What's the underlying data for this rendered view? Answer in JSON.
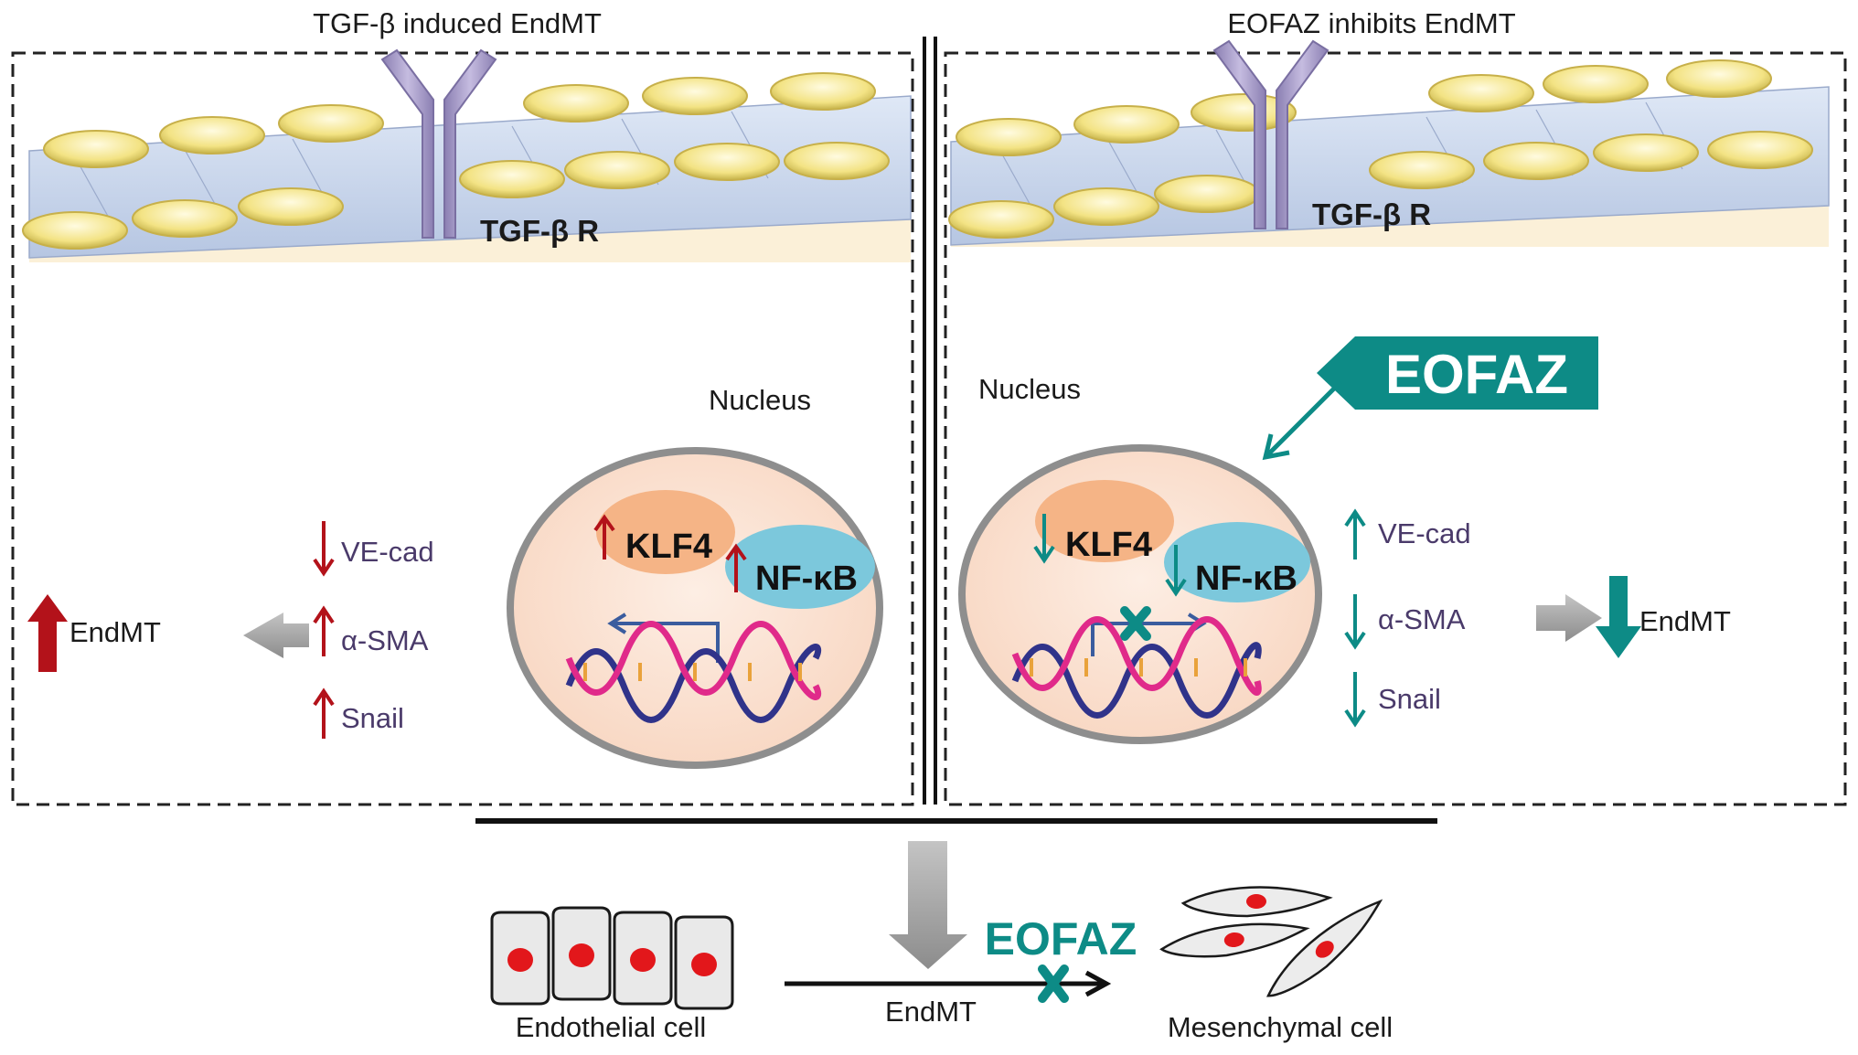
{
  "left_panel": {
    "title": "TGF-β induced EndMT",
    "receptor": "TGF-β R",
    "nucleus": "Nucleus",
    "klf4": "KLF4",
    "nfkb": "NF-κB",
    "markers": [
      "VE-cad",
      "α-SMA",
      "Snail"
    ],
    "outcome": "EndMT"
  },
  "right_panel": {
    "title": "EOFAZ inhibits EndMT",
    "receptor": "TGF-β R",
    "nucleus": "Nucleus",
    "drug": "EOFAZ",
    "klf4": "KLF4",
    "nfkb": "NF-κB",
    "markers": [
      "VE-cad",
      "α-SMA",
      "Snail"
    ],
    "outcome": "EndMT"
  },
  "bottom": {
    "start_cell": "Endothelial cell",
    "process": "EndMT",
    "inhibitor": "EOFAZ",
    "end_cell": "Mesenchymal cell"
  },
  "colors": {
    "up_red": "#b3121a",
    "down_teal": "#0d8b86",
    "receptor": "#a79bc6",
    "nucleus_fill": "#fbe1d2",
    "klf4": "#f5b486",
    "nfkb": "#7cc8dc"
  }
}
